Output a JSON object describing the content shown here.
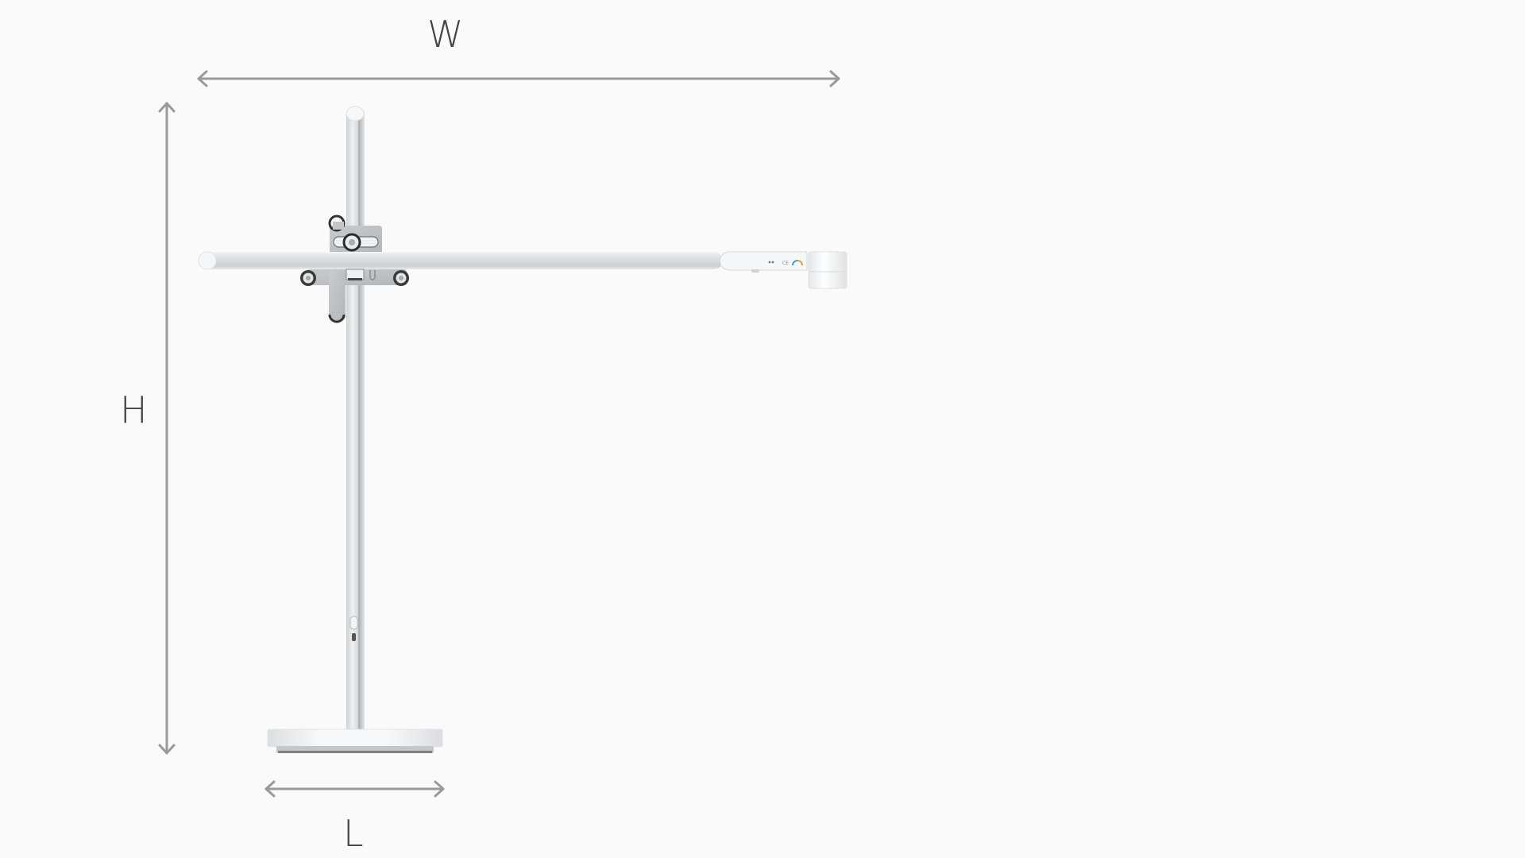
{
  "diagram": {
    "subject": "desk-lamp-dimensions",
    "background": "#fafafa",
    "arrow_color": "#9a9a9a",
    "label_color": "#444444",
    "dimensions": {
      "width": {
        "label": "W"
      },
      "height": {
        "label": "H"
      },
      "length": {
        "label": "L"
      }
    }
  }
}
